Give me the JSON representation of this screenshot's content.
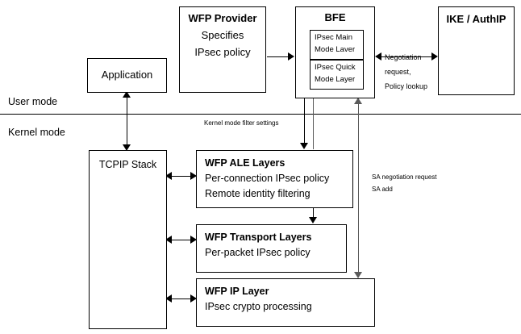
{
  "diagram": {
    "title_fragment": "",
    "mode_labels": {
      "user": "User mode",
      "kernel": "Kernel mode"
    },
    "boxes": {
      "application": {
        "label": "Application"
      },
      "wfp_provider": {
        "title": "WFP Provider",
        "line1": "Specifies",
        "line2": "IPsec policy"
      },
      "bfe": {
        "title": "BFE",
        "inner1_line1": "IPsec Main",
        "inner1_line2": "Mode Laver",
        "inner2_line1": "IPsec Quick",
        "inner2_line2": "Mode Layer"
      },
      "ike_authip": {
        "title": "IKE / AuthIP"
      },
      "tcpip_stack": {
        "label": "TCPIP Stack"
      },
      "wfp_ale": {
        "title": "WFP ALE Layers",
        "line1": "Per-connection IPsec policy",
        "line2": "Remote identity filtering"
      },
      "wfp_transport": {
        "title": "WFP Transport Layers",
        "line1": "Per-packet IPsec policy"
      },
      "wfp_ip": {
        "title": "WFP IP Layer",
        "line1": "IPsec crypto processing"
      }
    },
    "edge_labels": {
      "negotiation_line1": "Negotiation",
      "negotiation_line2": "request,",
      "negotiation_line3": "Policy lookup",
      "kernel_filter_settings": "Kernel mode filter settings",
      "sa_line1": "SA negotiation request",
      "sa_line2": "SA add"
    },
    "colors": {
      "stroke": "#000000",
      "gray_stroke": "#5a5a5a",
      "background": "#ffffff"
    }
  }
}
